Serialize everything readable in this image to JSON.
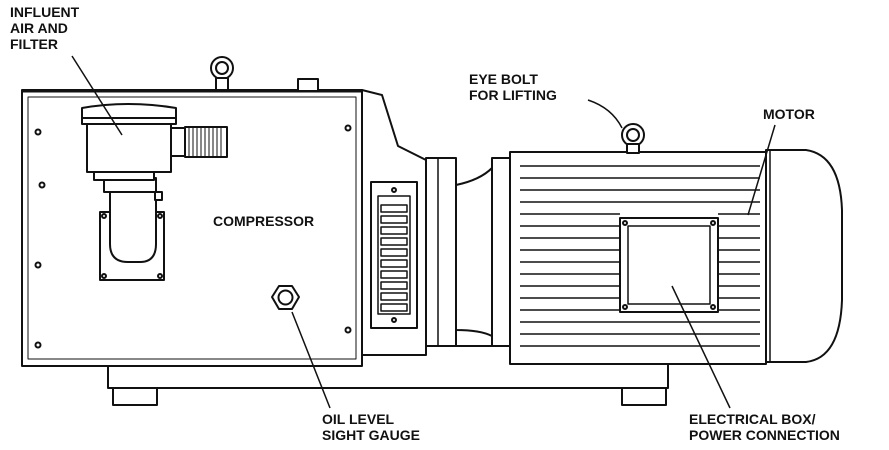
{
  "labels": {
    "influent": [
      "INFLUENT",
      "AIR AND",
      "FILTER"
    ],
    "eye_bolt": [
      "EYE BOLT",
      "FOR LIFTING"
    ],
    "motor": [
      "MOTOR"
    ],
    "compressor": [
      "COMPRESSOR"
    ],
    "oil_gauge": [
      "OIL LEVEL",
      "SIGHT GAUGE"
    ],
    "electrical": [
      "ELECTRICAL BOX/",
      "POWER CONNECTION"
    ]
  },
  "colors": {
    "line": "#111111",
    "fill": "#ffffff"
  }
}
